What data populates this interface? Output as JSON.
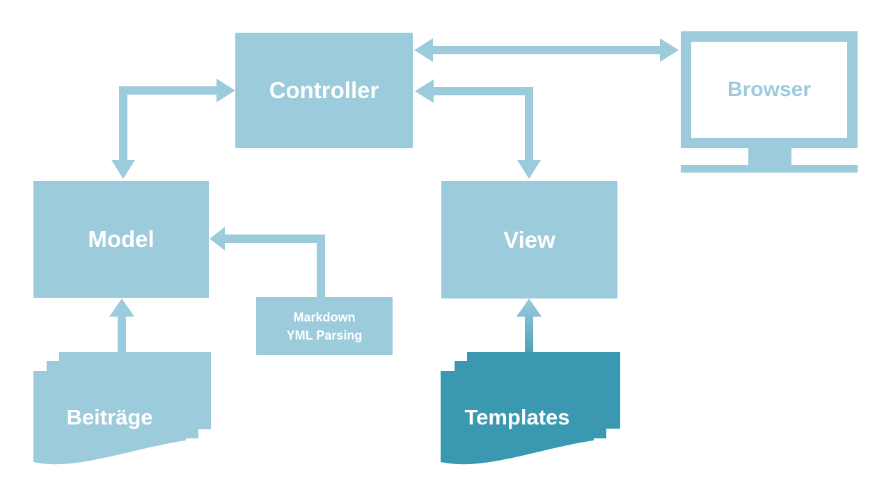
{
  "diagram": {
    "type": "flowchart",
    "nodes": {
      "controller": {
        "label": "Controller"
      },
      "model": {
        "label": "Model"
      },
      "view": {
        "label": "View"
      },
      "browser": {
        "label": "Browser"
      },
      "parser": {
        "label_line1": "Markdown",
        "label_line2": "YML Parsing"
      },
      "posts": {
        "label": "Beiträge"
      },
      "templates": {
        "label": "Templates"
      }
    },
    "edges": [
      {
        "from": "controller",
        "to": "browser",
        "style": "bidirectional-straight"
      },
      {
        "from": "view",
        "to": "controller",
        "style": "bidirectional-elbow"
      },
      {
        "from": "model",
        "to": "controller",
        "style": "bidirectional-elbow"
      },
      {
        "from": "parser",
        "to": "model",
        "style": "arrow-elbow"
      },
      {
        "from": "posts",
        "to": "model",
        "style": "arrow-up"
      },
      {
        "from": "templates",
        "to": "view",
        "style": "arrow-up-gradient"
      }
    ],
    "colors": {
      "light_blue": "#9ccbdc",
      "teal": "#3a99b1",
      "arrow_gradient_bottom": "#4fa2bb",
      "label_white": "#ffffff",
      "background": "#ffffff"
    }
  }
}
